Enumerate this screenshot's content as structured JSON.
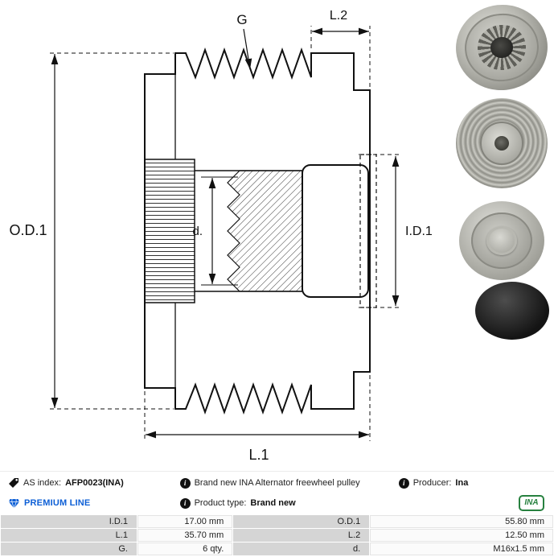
{
  "drawing": {
    "labels": {
      "g": "G",
      "l2": "L.2",
      "od1": "O.D.1",
      "id1": "I.D.1",
      "l1": "L.1",
      "d": "d."
    }
  },
  "icons": {
    "info_glyph": "i",
    "tag_icon": "tag",
    "diamond_icon": "diamond",
    "colors": {
      "premium_blue": "#0d5fd6",
      "logo_green": "#27813f"
    }
  },
  "info": {
    "as_index_label": "AS index:",
    "as_index_value": "AFP0023(INA)",
    "premium_line": "PREMIUM LINE",
    "description": "Brand new INA Alternator freewheel pulley",
    "product_type_label": "Product type:",
    "product_type_value": "Brand new",
    "producer_label": "Producer:",
    "producer_value": "Ina",
    "brand_logo": "INA"
  },
  "table": {
    "rows": [
      {
        "label1": "I.D.1",
        "value1": "17.00 mm",
        "label2": "O.D.1",
        "value2": "55.80 mm"
      },
      {
        "label1": "L.1",
        "value1": "35.70 mm",
        "label2": "L.2",
        "value2": "12.50 mm"
      },
      {
        "label1": "G.",
        "value1": "6 qty.",
        "label2": "d.",
        "value2": "M16x1.5 mm"
      }
    ]
  }
}
